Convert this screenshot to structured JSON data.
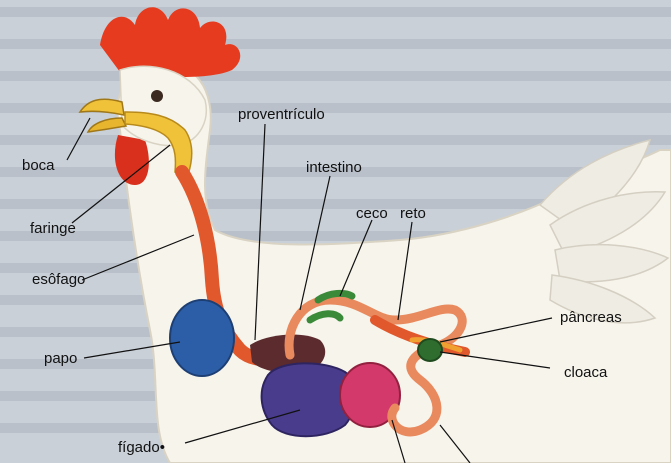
{
  "labels": {
    "boca": "boca",
    "faringe": "faringe",
    "esofago": "esôfago",
    "papo": "papo",
    "figado": "fígado•",
    "proventriculo": "proventrículo",
    "intestino": "intestino",
    "ceco": "ceco",
    "reto": "reto",
    "pancreas": "pâncreas",
    "cloaca": "cloaca"
  },
  "colors": {
    "background_text_page": "#c9d0d8",
    "comb": "#e63b1f",
    "body": "#f7f4ec",
    "tube": "#e0582c",
    "pharynx": "#f0c23a",
    "crop": "#2c5ea8",
    "gizzard": "#4a3c8c",
    "liver": "#5b2b2e",
    "pink_organ": "#d33a6b",
    "intestine": "#e88a5e",
    "ceca": "#3a8a3a"
  }
}
